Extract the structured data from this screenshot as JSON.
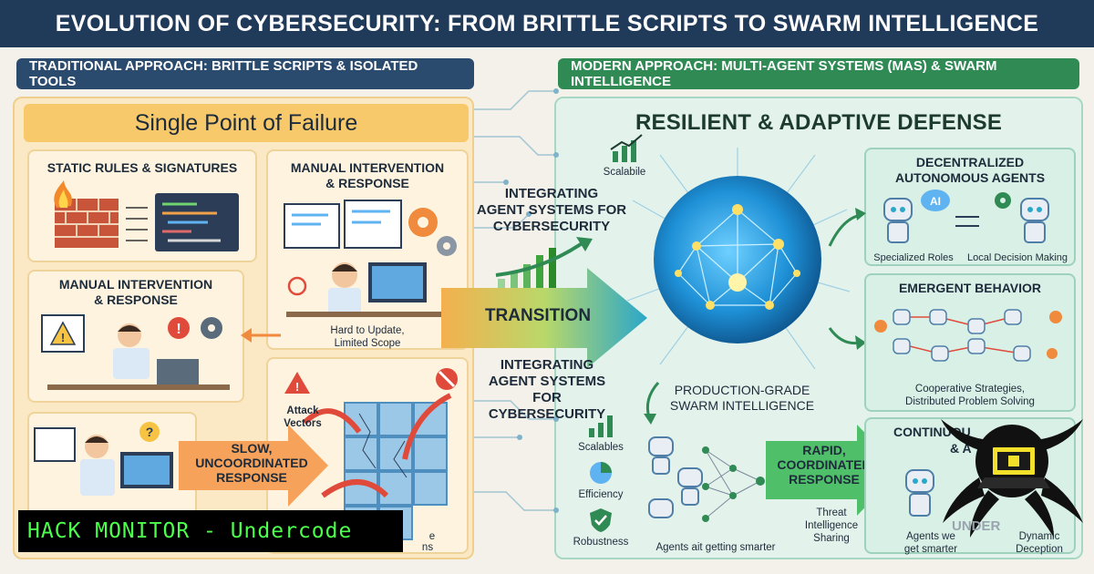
{
  "title": "EVOLUTION OF CYBERSECURITY: FROM BRITTLE SCRIPTS TO SWARM INTELLIGENCE",
  "left": {
    "tag": "TRADITIONAL APPROACH: BRITTLE SCRIPTS & ISOLATED TOOLS",
    "banner": "Single Point of Failure",
    "static_rules": "STATIC RULES & SIGNATURES",
    "manual_top_line1": "MANUAL INTERVENTION",
    "manual_top_line2": "& RESPONSE",
    "manual_mid_line1": "MANUAL INTERVENTION",
    "manual_mid_line2": "& RESPONSE",
    "hard_update_line1": "Hard to Update,",
    "hard_update_line2": "Limited Scope",
    "attack_line1": "Attack",
    "attack_line2": "Vectors",
    "slow_line1": "SLOW,",
    "slow_line2": "UNCOORDINATED",
    "slow_line3": "RESPONSE",
    "bottom_cut_1": "e",
    "bottom_cut_2": "ns"
  },
  "middle": {
    "integrating_top_1": "INTEGRATING",
    "integrating_top_2": "AGENT SYSTEMS FOR",
    "integrating_top_3": "CYBERSECURITY",
    "transition": "TRANSITION",
    "integrating_bot_1": "INTEGRATING",
    "integrating_bot_2": "AGENT SYSTEMS",
    "integrating_bot_3": "FOR CYBERSECURITY"
  },
  "right": {
    "tag": "MODERN APPROACH: MULTI-AGENT SYSTEMS (MAS) & SWARM INTELLIGENCE",
    "banner": "RESILIENT & ADAPTIVE DEFENSE",
    "scalable_top": "Scalabile",
    "decentral_line1": "DECENTRALIZED",
    "decentral_line2": "AUTONOMOUS AGENTS",
    "specialized": "Specialized Roles",
    "local_decision": "Local Decision Making",
    "emergent": "EMERGENT BEHAVIOR",
    "coop_line1": "Cooperative Strategies,",
    "coop_line2": "Distributed Problem Solving",
    "swarm_line1": "PRODUCTION-GRADE",
    "swarm_line2": "SWARM INTELLIGENCE",
    "scalables": "Scalables",
    "efficiency": "Efficiency",
    "robustness": "Robustness",
    "agents_smarter": "Agents ait getting smarter",
    "rapid_line1": "RAPID,",
    "rapid_line2": "COORDINATED",
    "rapid_line3": "RESPONSE",
    "threat_line1": "Threat",
    "threat_line2": "Intelligence",
    "threat_line3": "Sharing",
    "continuous_line1": "CONTINUOU",
    "continuous_line2": "& A",
    "agents_we_1": "Agents we",
    "agents_we_2": "get smarter",
    "dynamic_1": "Dynamic",
    "dynamic_2": "Deception",
    "ai_label": "AI",
    "logo_text": "UNDER"
  },
  "watermark": "HACK MONITOR - Undercode",
  "colors": {
    "title_bg": "#203a5a",
    "traditional": "#2a4a6e",
    "modern": "#2f8a54",
    "warning": "#f08a3c",
    "swarm_core": "#1e90d6",
    "watermark_text": "#4cff4c"
  }
}
